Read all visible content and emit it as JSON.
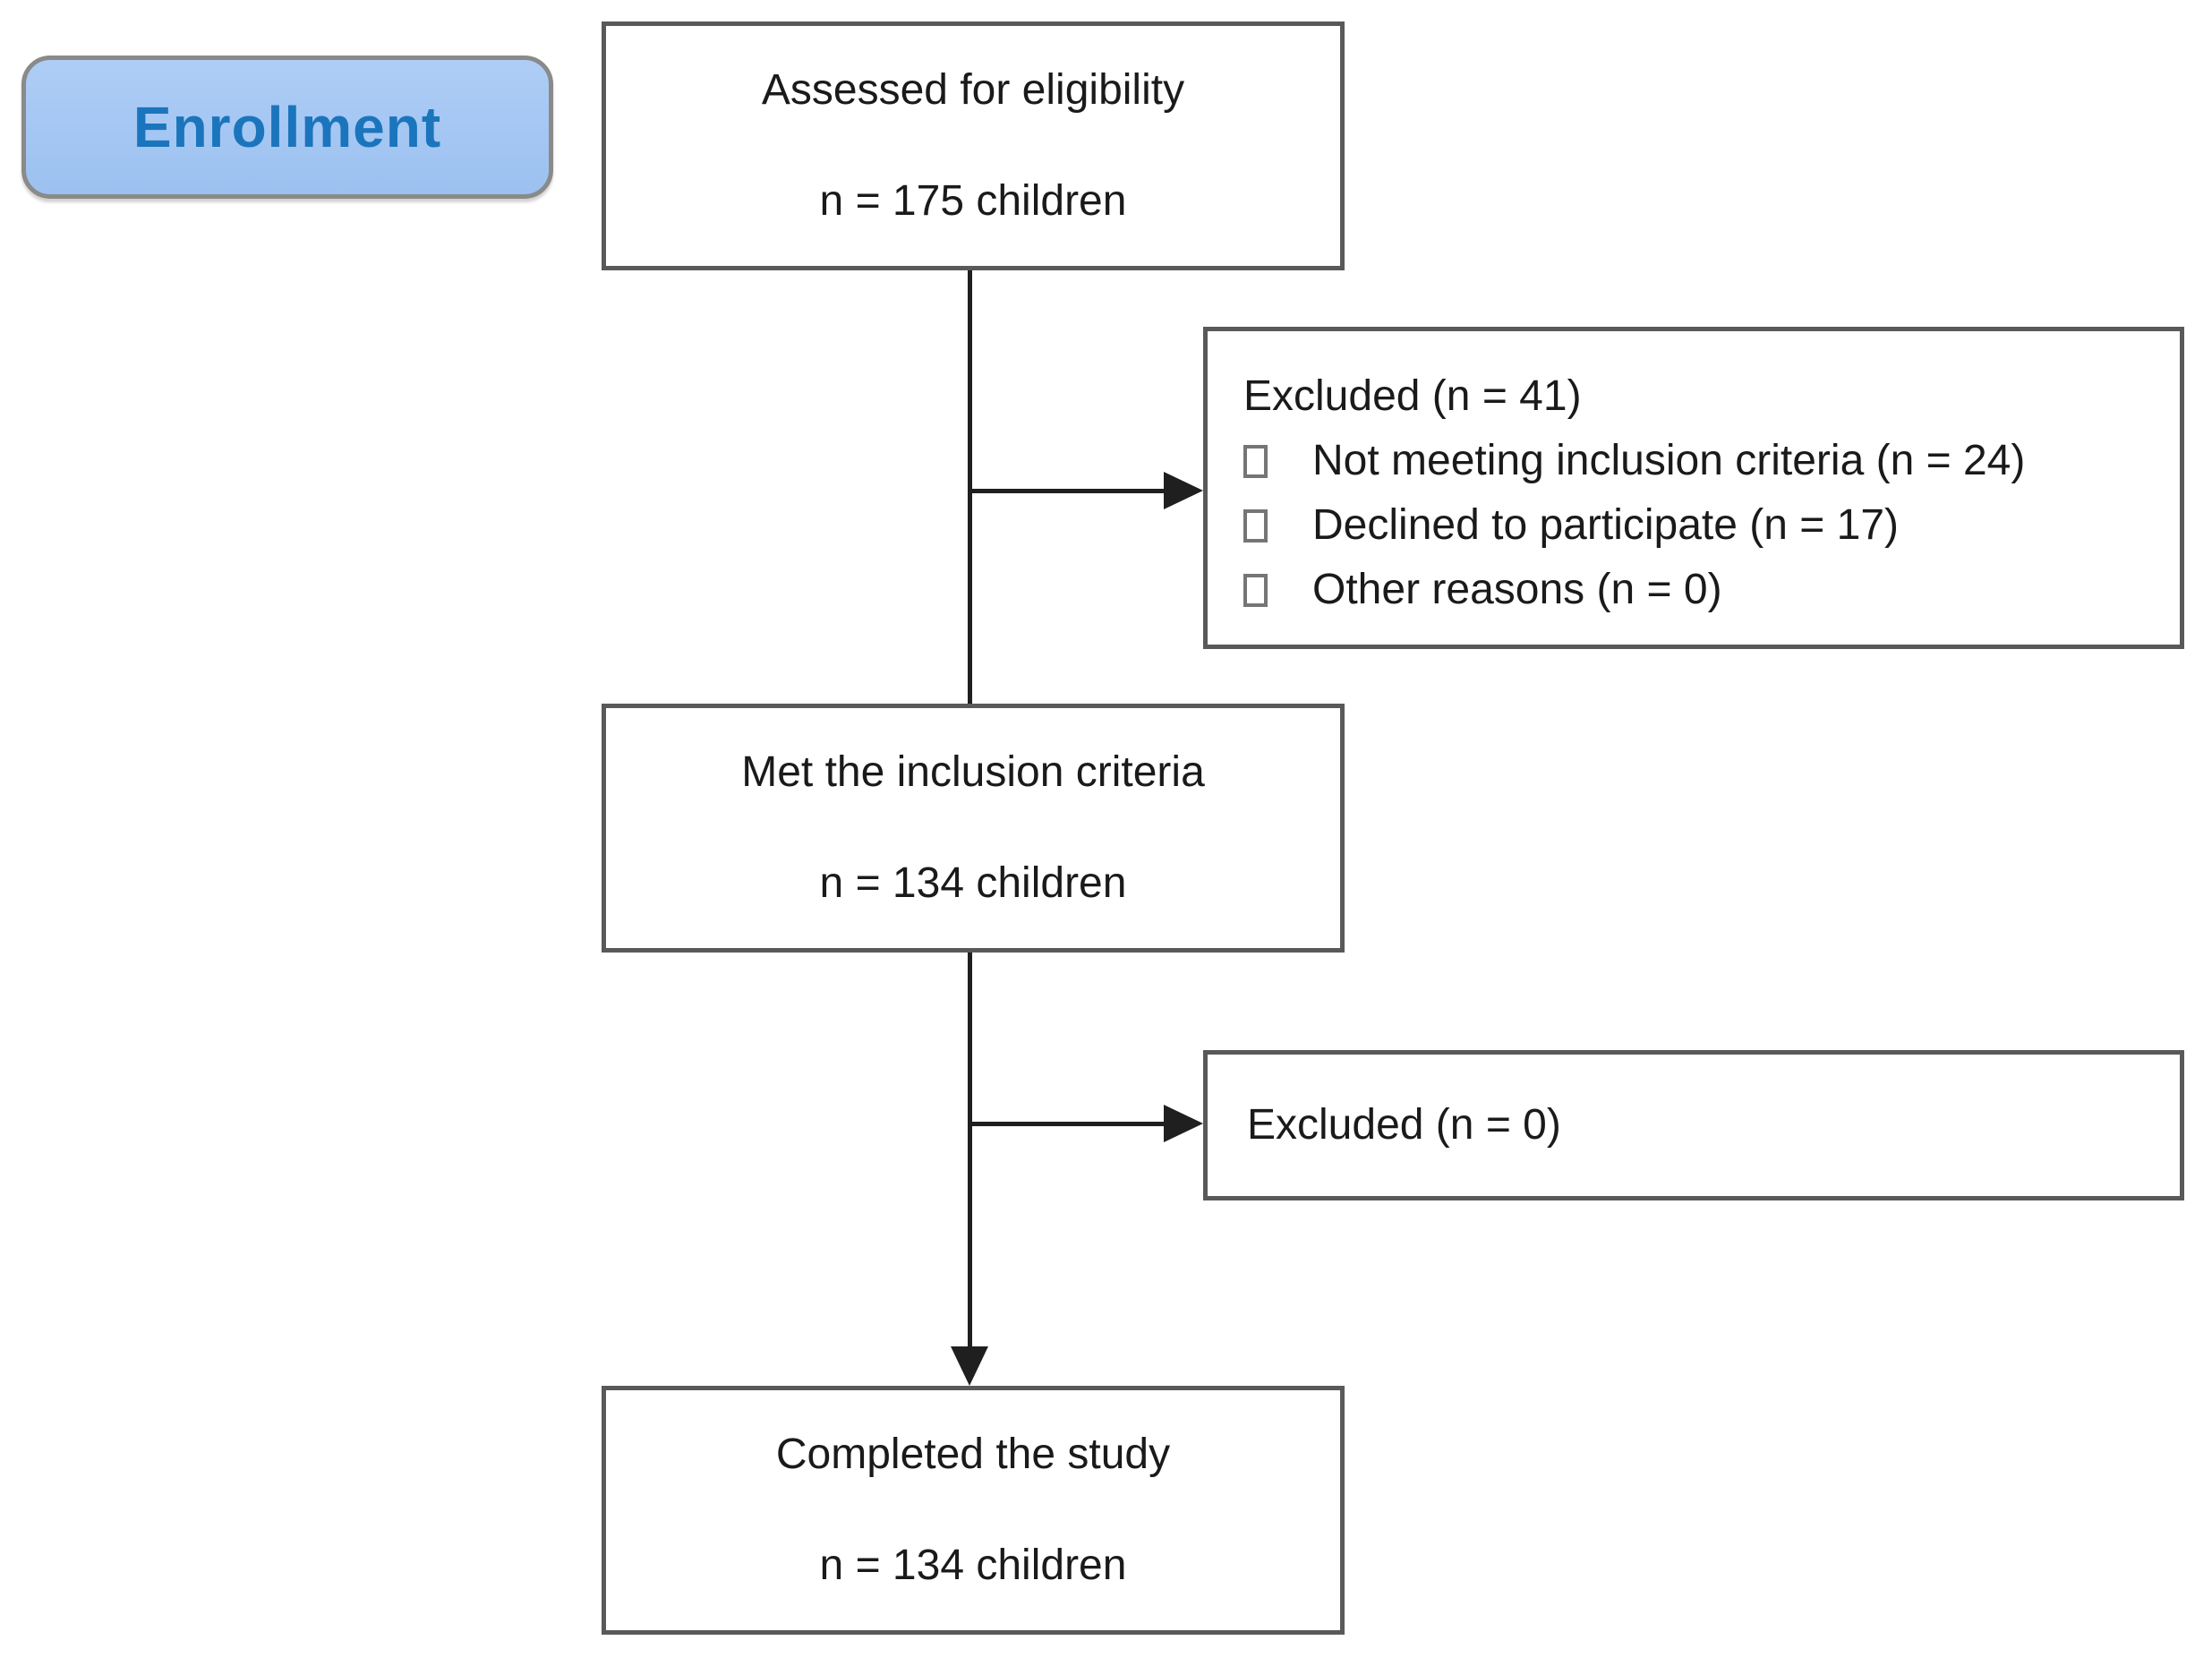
{
  "badge": {
    "label": "Enrollment"
  },
  "boxes": {
    "assessed": {
      "title": "Assessed for eligibility",
      "count": "n = 175 children"
    },
    "excluded_top": {
      "title": "Excluded (n = 41)",
      "items": [
        "Not meeting inclusion criteria (n = 24)",
        "Declined to participate (n = 17)",
        "Other reasons (n = 0)"
      ]
    },
    "met_criteria": {
      "title": "Met the inclusion criteria",
      "count": "n = 134 children"
    },
    "excluded_bottom": {
      "title": "Excluded (n = 0)"
    },
    "completed": {
      "title": "Completed the study",
      "count": "n = 134 children"
    }
  },
  "colors": {
    "badge_fill": "#A5C8F3",
    "badge_text": "#1B75BC",
    "badge_border": "#8A8A8A",
    "box_border": "#595959",
    "connector": "#1F1F1F",
    "background": "#FFFFFF"
  }
}
